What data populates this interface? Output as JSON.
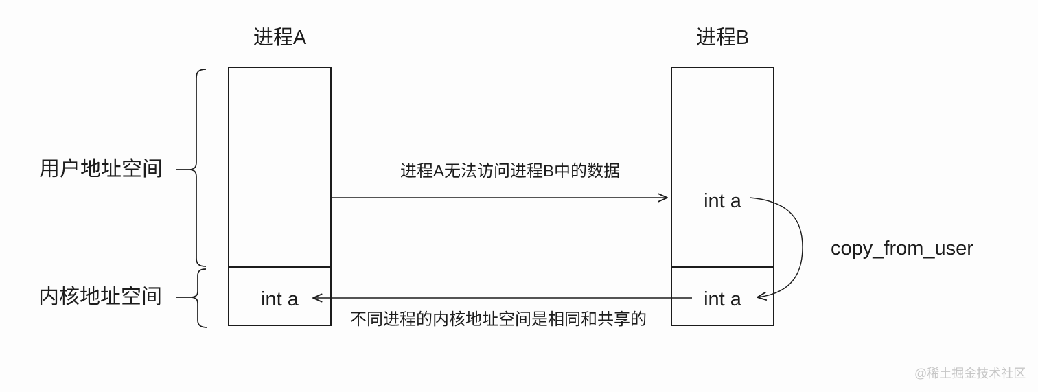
{
  "diagram": {
    "process_a": {
      "title": "进程A",
      "kernel_value": "int a"
    },
    "process_b": {
      "title": "进程B",
      "user_value": "int a",
      "kernel_value": "int a"
    },
    "left_labels": {
      "user_space": "用户地址空间",
      "kernel_space": "内核地址空间"
    },
    "annotations": {
      "top_arrow_label": "进程A无法访问进程B中的数据",
      "bottom_arrow_label": "不同进程的内核地址空间是相同和共享的",
      "copy_label": "copy_from_user"
    },
    "watermark": "@稀土掘金技术社区",
    "colors": {
      "line": "#1c1c1c",
      "text": "#1c1c1c",
      "watermark": "#c6c6c6",
      "background": "#fdfdfd"
    }
  }
}
